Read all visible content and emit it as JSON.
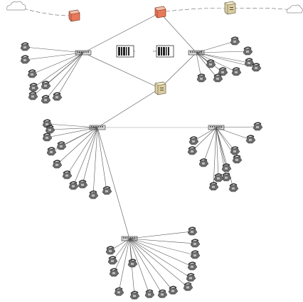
{
  "diagram": {
    "palette": {
      "router_body": "#e8785a",
      "router_face": "#f4c0a8",
      "server_body": "#d8cca2",
      "server_face": "#efe7cb",
      "switch_body": "#c8c8c8",
      "phone_body": "#6b6b6b",
      "firewall_stripe": "#222222",
      "cloud_stroke": "#8a8a8a",
      "line": "#555555"
    },
    "node_types": [
      "cloud",
      "router",
      "server",
      "firewall",
      "switch",
      "ip-phone"
    ],
    "counts": {
      "clouds": 2,
      "routers": 2,
      "servers": 2,
      "firewalls": 2,
      "switches": 5,
      "ip_phones": 55
    }
  }
}
